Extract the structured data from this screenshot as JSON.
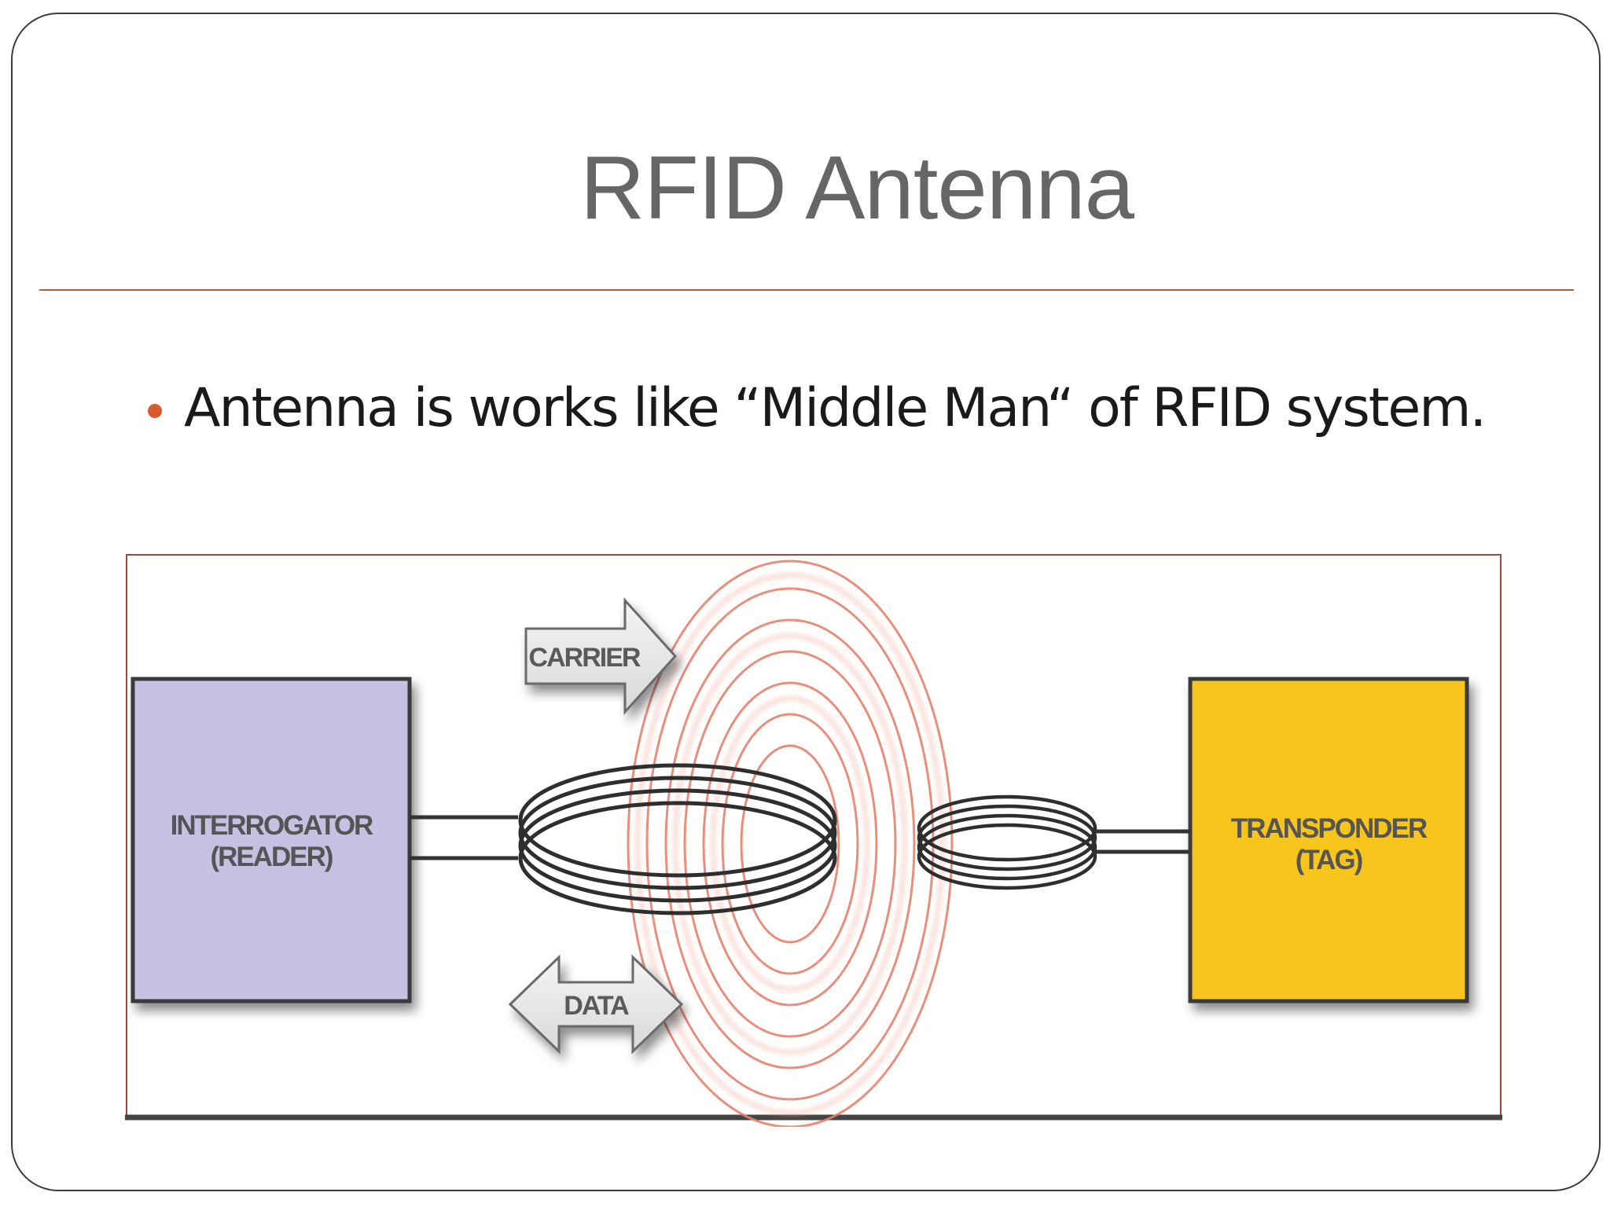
{
  "slide": {
    "title": "RFID Antenna",
    "bullet": "Antenna is works like “Middle Man“ of RFID system."
  },
  "diagram": {
    "reader": {
      "line1": "INTERROGATOR",
      "line2": "(READER)",
      "color": "#c6c0e2"
    },
    "tag": {
      "line1": "TRANSPONDER",
      "line2": "(TAG)",
      "color": "#f7c51e"
    },
    "carrier_label": "CARRIER",
    "data_label": "DATA",
    "field_color": "#e8826e",
    "coil_color": "#333333"
  },
  "colors": {
    "accent": "#c4552d",
    "title": "#666666"
  }
}
